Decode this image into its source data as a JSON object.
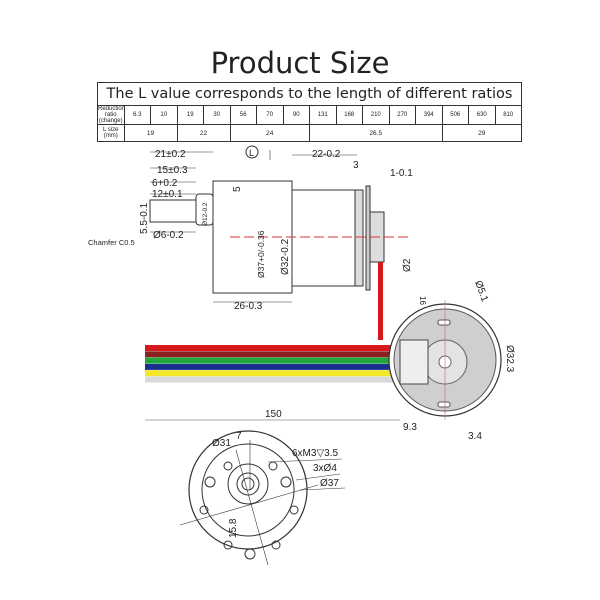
{
  "title": "Product Size",
  "table": {
    "caption": "The L value corresponds to the length of different ratios",
    "ratio_header": "Reduction ratio (change)",
    "ratios": [
      "6.3",
      "10",
      "19",
      "30",
      "56",
      "70",
      "90",
      "131",
      "168",
      "210",
      "270",
      "394",
      "506",
      "630",
      "810"
    ],
    "size_header": "L size (mm)",
    "sizes": [
      {
        "value": "19",
        "span": 2
      },
      {
        "value": "22",
        "span": 2
      },
      {
        "value": "24",
        "span": 3
      },
      {
        "value": "26.5",
        "span": 5
      },
      {
        "value": "29",
        "span": 3
      }
    ]
  },
  "side_view": {
    "dim_21": "21±0.2",
    "dim_15": "15±0.3",
    "dim_6": "6+0.2",
    "dim_12": "12±0.1",
    "dim_55": "5.5-0.1",
    "chamfer": "Chamfer C0.5",
    "dim_d6": "Ø6-0.2",
    "dim_d12": "Ø12-0.2",
    "L_marker": "L",
    "dim_5": "5",
    "dim_d37": "Ø37+0/-0.36",
    "dim_d32": "Ø32-0.2",
    "dim_26": "26-0.3",
    "dim_22": "22-0.2",
    "dim_3": "3",
    "dim_1": "1-0.1",
    "dim_d2": "Ø2"
  },
  "encoder_view": {
    "dim_16": "16",
    "dim_d51": "Ø5.1",
    "dim_d323": "Ø32.3",
    "dim_150": "150",
    "dim_93": "9.3",
    "dim_34": "3.4",
    "wire_colors": [
      "#d8191c",
      "#8a2020",
      "#1fa83a",
      "#1b2f8f",
      "#f2e629",
      "#d9d9d9"
    ]
  },
  "front_view": {
    "dim_d31": "Ø31",
    "dim_7": "7",
    "dim_m3": "6xM3▽3.5",
    "dim_d4": "3xØ4",
    "dim_d37": "Ø37",
    "dim_158": "15.8"
  }
}
